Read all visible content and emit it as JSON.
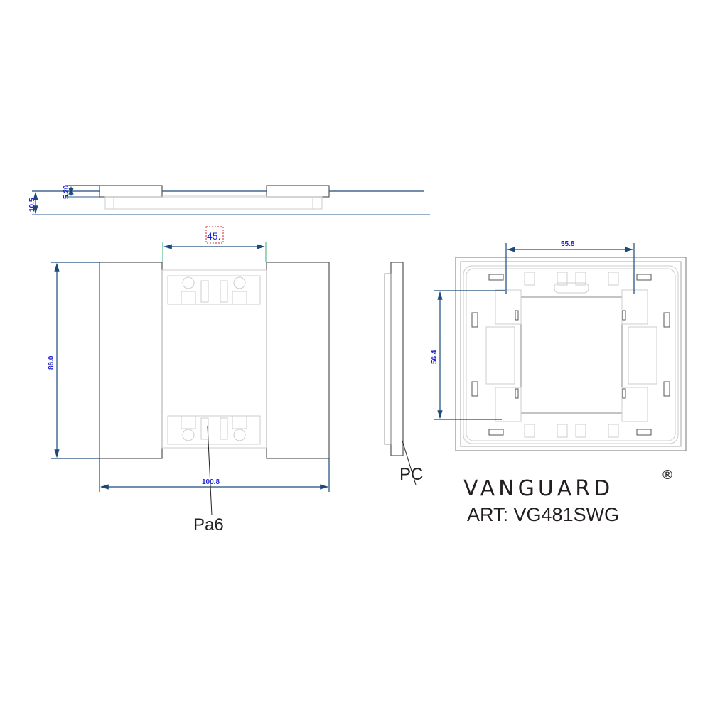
{
  "drawing": {
    "side_view": {
      "dim_thickness": "5.20",
      "dim_total": "10.5"
    },
    "front_view": {
      "dim_gap": "45.",
      "dim_height": "86.0",
      "dim_width": "100.8",
      "material_label": "Pa6"
    },
    "profile_view": {
      "material_label": "PC"
    },
    "back_view": {
      "dim_width": "55.8",
      "dim_height": "56.4"
    }
  },
  "branding": {
    "name": "VANGUARD",
    "registered_mark": "®",
    "article": "ART: VG481SWG"
  },
  "colors": {
    "dimension_text": "#1f1fd6",
    "dimension_line": "#1b4a7a",
    "highlight_box": "#d62020"
  }
}
